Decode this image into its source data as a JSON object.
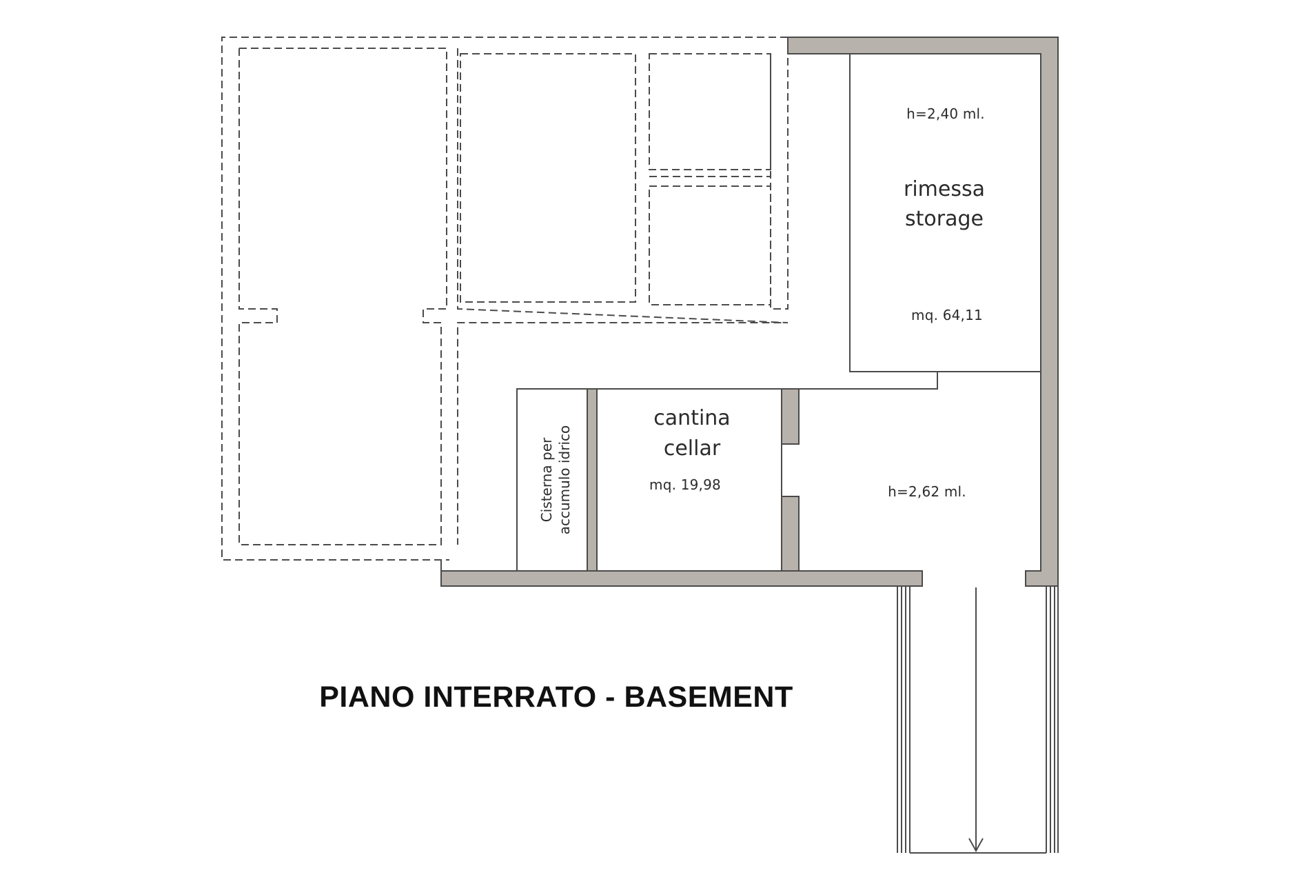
{
  "title": "PIANO INTERRATO - BASEMENT",
  "colors": {
    "wall": "#b8b2ad",
    "line": "#4a4a4a",
    "text": "#2b2b2b"
  },
  "rooms": {
    "storage": {
      "height": "h=2,40 ml.",
      "name_it": "rimessa",
      "name_en": "storage",
      "area": "mq. 64,11"
    },
    "cellar": {
      "name_it": "cantina",
      "name_en": "cellar",
      "area": "mq. 19,98"
    },
    "corridor": {
      "height": "h=2,62 ml."
    },
    "cistern": {
      "line1": "Cisterna per",
      "line2": "accumulo idrico"
    }
  }
}
